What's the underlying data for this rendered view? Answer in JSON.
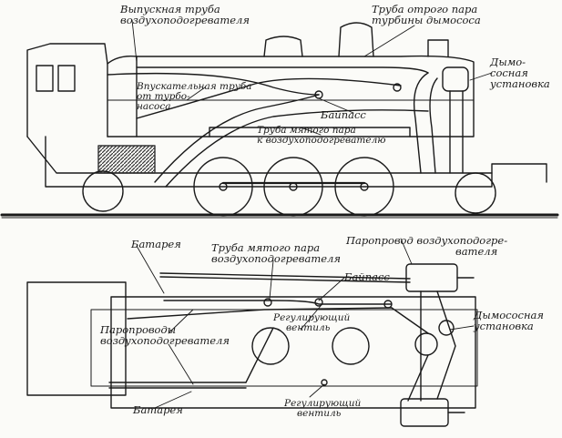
{
  "colors": {
    "ink": "#1a1a1a",
    "paper": "#fbfbf8",
    "hatch": "#333333"
  },
  "labels": {
    "outer_pipe_l1": "Выпускная труба",
    "outer_pipe_l2": "воздухоподогревателя",
    "exhaust_pipe_l1": "Труба отрого пара",
    "exhaust_pipe_l2": "турбины дымососа",
    "smoke_l1": "Дымо-",
    "smoke_l2": "сосная",
    "smoke_l3": "установка",
    "inlet_pipe_l1": "Впускательная труба",
    "inlet_pipe_l2": "от турбо-",
    "inlet_pipe_l3": "насоса",
    "bypass_top": "Байпасс",
    "steam_main_l1": "Труба мятого пара",
    "steam_main_l2": "к воздухоподогревателю",
    "battery_top": "Батарея",
    "steam_pipe_mid_l1": "Труба мятого пара",
    "steam_pipe_mid_l2": "воздухоподогревателя",
    "steam_line_l1": "Паропровод воздухоподогре-",
    "steam_line_l2": "вателя",
    "bypass_bottom": "Байпасс",
    "regulating_valve_top_l1": "Регулирующий",
    "regulating_valve_top_l2": "вентиль",
    "steam_lines_left_l1": "Паропроводы",
    "steam_lines_left_l2": "воздухоподогревателя",
    "smoke_bottom_l1": "Дымососная",
    "smoke_bottom_l2": "установка",
    "battery_bottom": "Батарея",
    "regulating_valve_bottom_l1": "Регулирующий",
    "regulating_valve_bottom_l2": "вентиль"
  }
}
